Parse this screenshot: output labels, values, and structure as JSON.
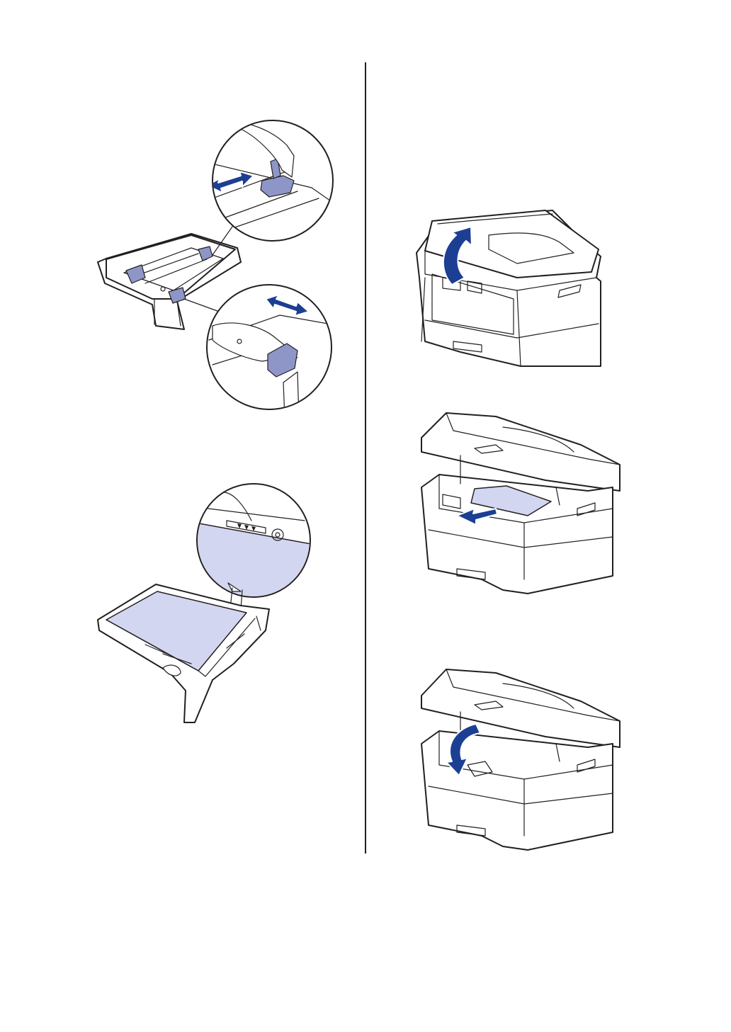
{
  "page": {
    "background": "#ffffff",
    "divider_color": "#231f20"
  },
  "colors": {
    "arrow": "#1c3f94",
    "paper": "#d3d6f0",
    "guide": "#8e96c8",
    "line": "#231f20"
  },
  "illustrations": [
    {
      "name": "paper-tray-guides",
      "icon": "tray-adjust-guides-icon"
    },
    {
      "name": "paper-tray-loaded",
      "icon": "tray-paper-loaded-icon"
    },
    {
      "name": "printer-open-scanner",
      "icon": "printer-lift-arrow-icon"
    },
    {
      "name": "printer-pull-paper",
      "icon": "printer-paper-out-arrow-icon"
    },
    {
      "name": "printer-close-scanner",
      "icon": "printer-close-arrow-icon"
    }
  ]
}
